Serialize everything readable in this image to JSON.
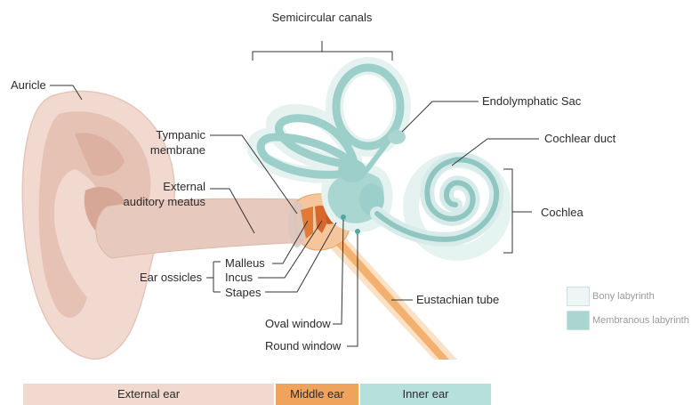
{
  "labels": {
    "semicircular_canals": "Semicircular canals",
    "auricle": "Auricle",
    "endolymphatic_sac": "Endolymphatic Sac",
    "cochlear_duct": "Cochlear duct",
    "tympanic_membrane_1": "Tympanic",
    "tympanic_membrane_2": "membrane",
    "external_meatus_1": "External",
    "external_meatus_2": "auditory meatus",
    "cochlea": "Cochlea",
    "ear_ossicles": "Ear ossicles",
    "malleus": "Malleus",
    "incus": "Incus",
    "stapes": "Stapes",
    "eustachian_tube": "Eustachian tube",
    "oval_window": "Oval window",
    "round_window": "Round window"
  },
  "legend": {
    "bony": {
      "label": "Bony labyrinth",
      "color": "#eef6f5"
    },
    "membranous": {
      "label": "Membranous labyrinth",
      "color": "#a9d6d1"
    }
  },
  "regions": [
    {
      "label": "External ear",
      "color": "#f1d9d0"
    },
    {
      "label": "Middle ear",
      "color": "#f0a35c"
    },
    {
      "label": "Inner ear",
      "color": "#b5e0dc"
    }
  ]
}
